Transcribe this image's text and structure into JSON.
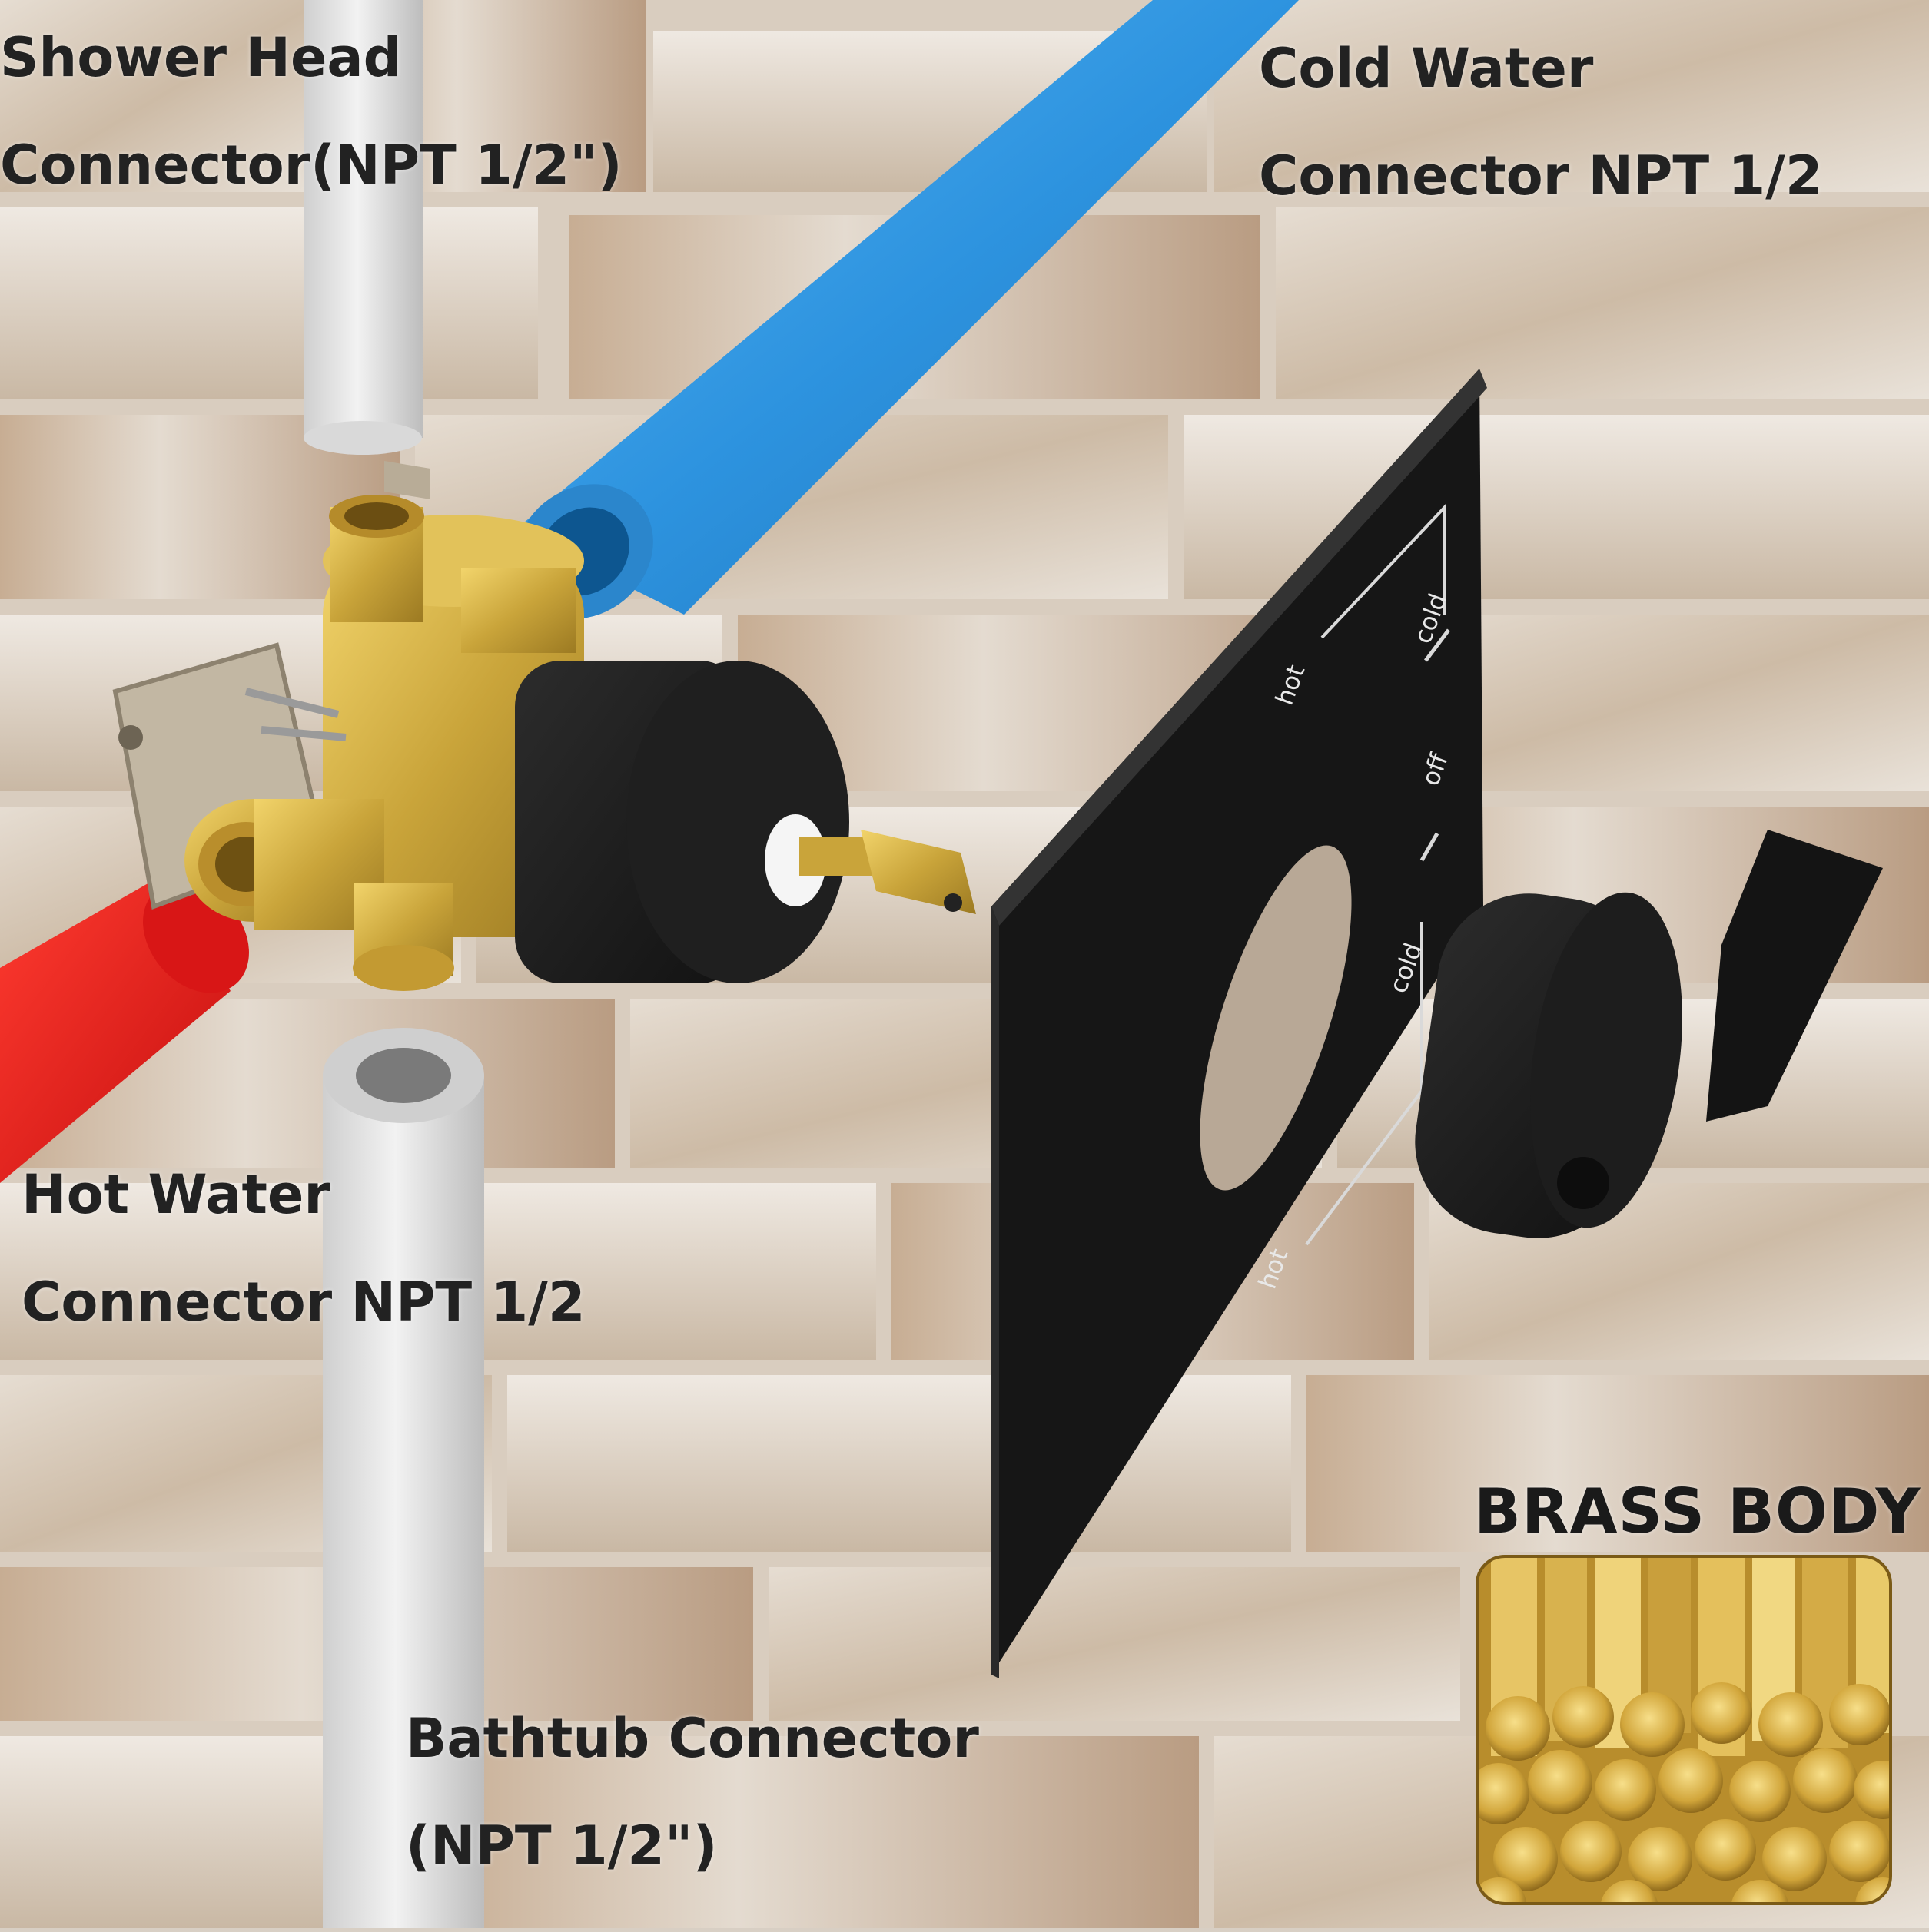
{
  "labels": {
    "shower_head_1": "Shower Head",
    "shower_head_2": "Connector(NPT 1/2\")",
    "cold_water_1": "Cold Water",
    "cold_water_2": "Connector NPT 1/2",
    "hot_water_1": "Hot Water",
    "hot_water_2": "Connector NPT 1/2",
    "bathtub_1": "Bathtub Connector",
    "bathtub_2": "(NPT 1/2\")",
    "brass_body": "BRASS BODY"
  },
  "plate_markings": {
    "hot_top": "hot",
    "cold_top": "cold",
    "off": "off",
    "cold_bottom": "cold",
    "hot_bottom": "hot"
  },
  "colors": {
    "brass": "#c9a43a",
    "cold_pipe": "#2f95e0",
    "hot_pipe": "#e01818",
    "pex_white": "#e9e9e9",
    "trim_black": "#1b1b1b",
    "stone_wall": "#d4c6b4"
  }
}
